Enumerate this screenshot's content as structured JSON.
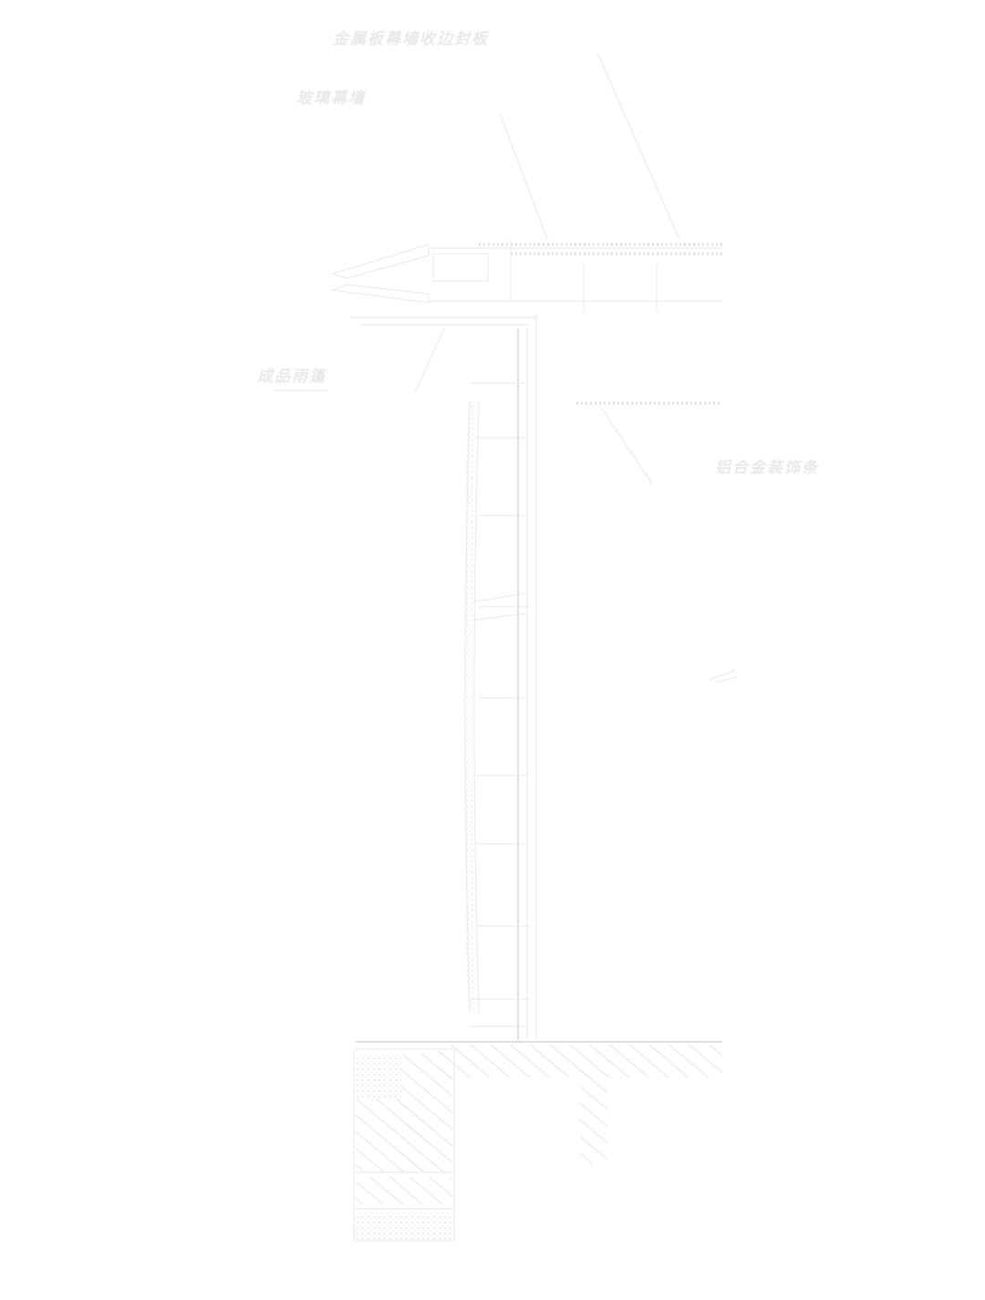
{
  "labels": {
    "top_1": "金属板幕墙收边封板",
    "top_2": "玻璃幕墙",
    "left_1": "成品雨篷",
    "right_1": "铝合金装饰条"
  },
  "colors": {
    "line": "#e6e6e6",
    "label": "#e9e9e9",
    "background": "#ffffff"
  }
}
